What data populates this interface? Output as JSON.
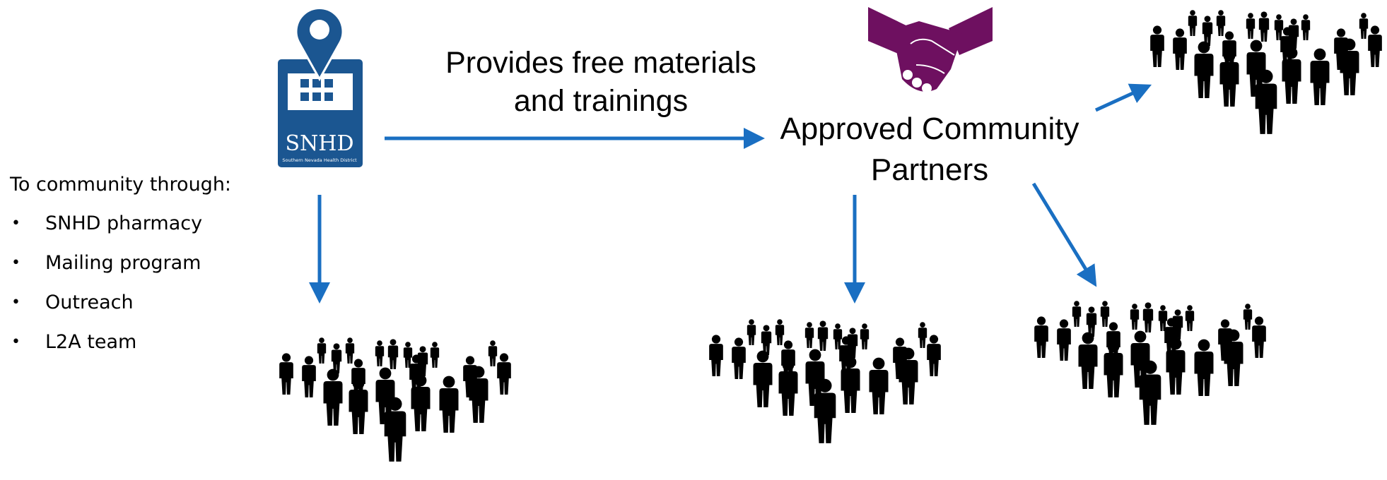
{
  "logo": {
    "name": "SNHD",
    "subtitle": "Southern Nevada Health District",
    "color": "#1b5691"
  },
  "handshake": {
    "color": "#6e1060"
  },
  "flow": {
    "materials_line1": "Provides free materials",
    "materials_line2": "and trainings",
    "partners_line1": "Approved Community",
    "partners_line2": "Partners"
  },
  "sidebar": {
    "title": "To community through:",
    "items": [
      "SNHD pharmacy",
      "Mailing program",
      "Outreach",
      "L2A team"
    ]
  },
  "colors": {
    "arrow": "#1a6fc2",
    "people": "#000000"
  }
}
